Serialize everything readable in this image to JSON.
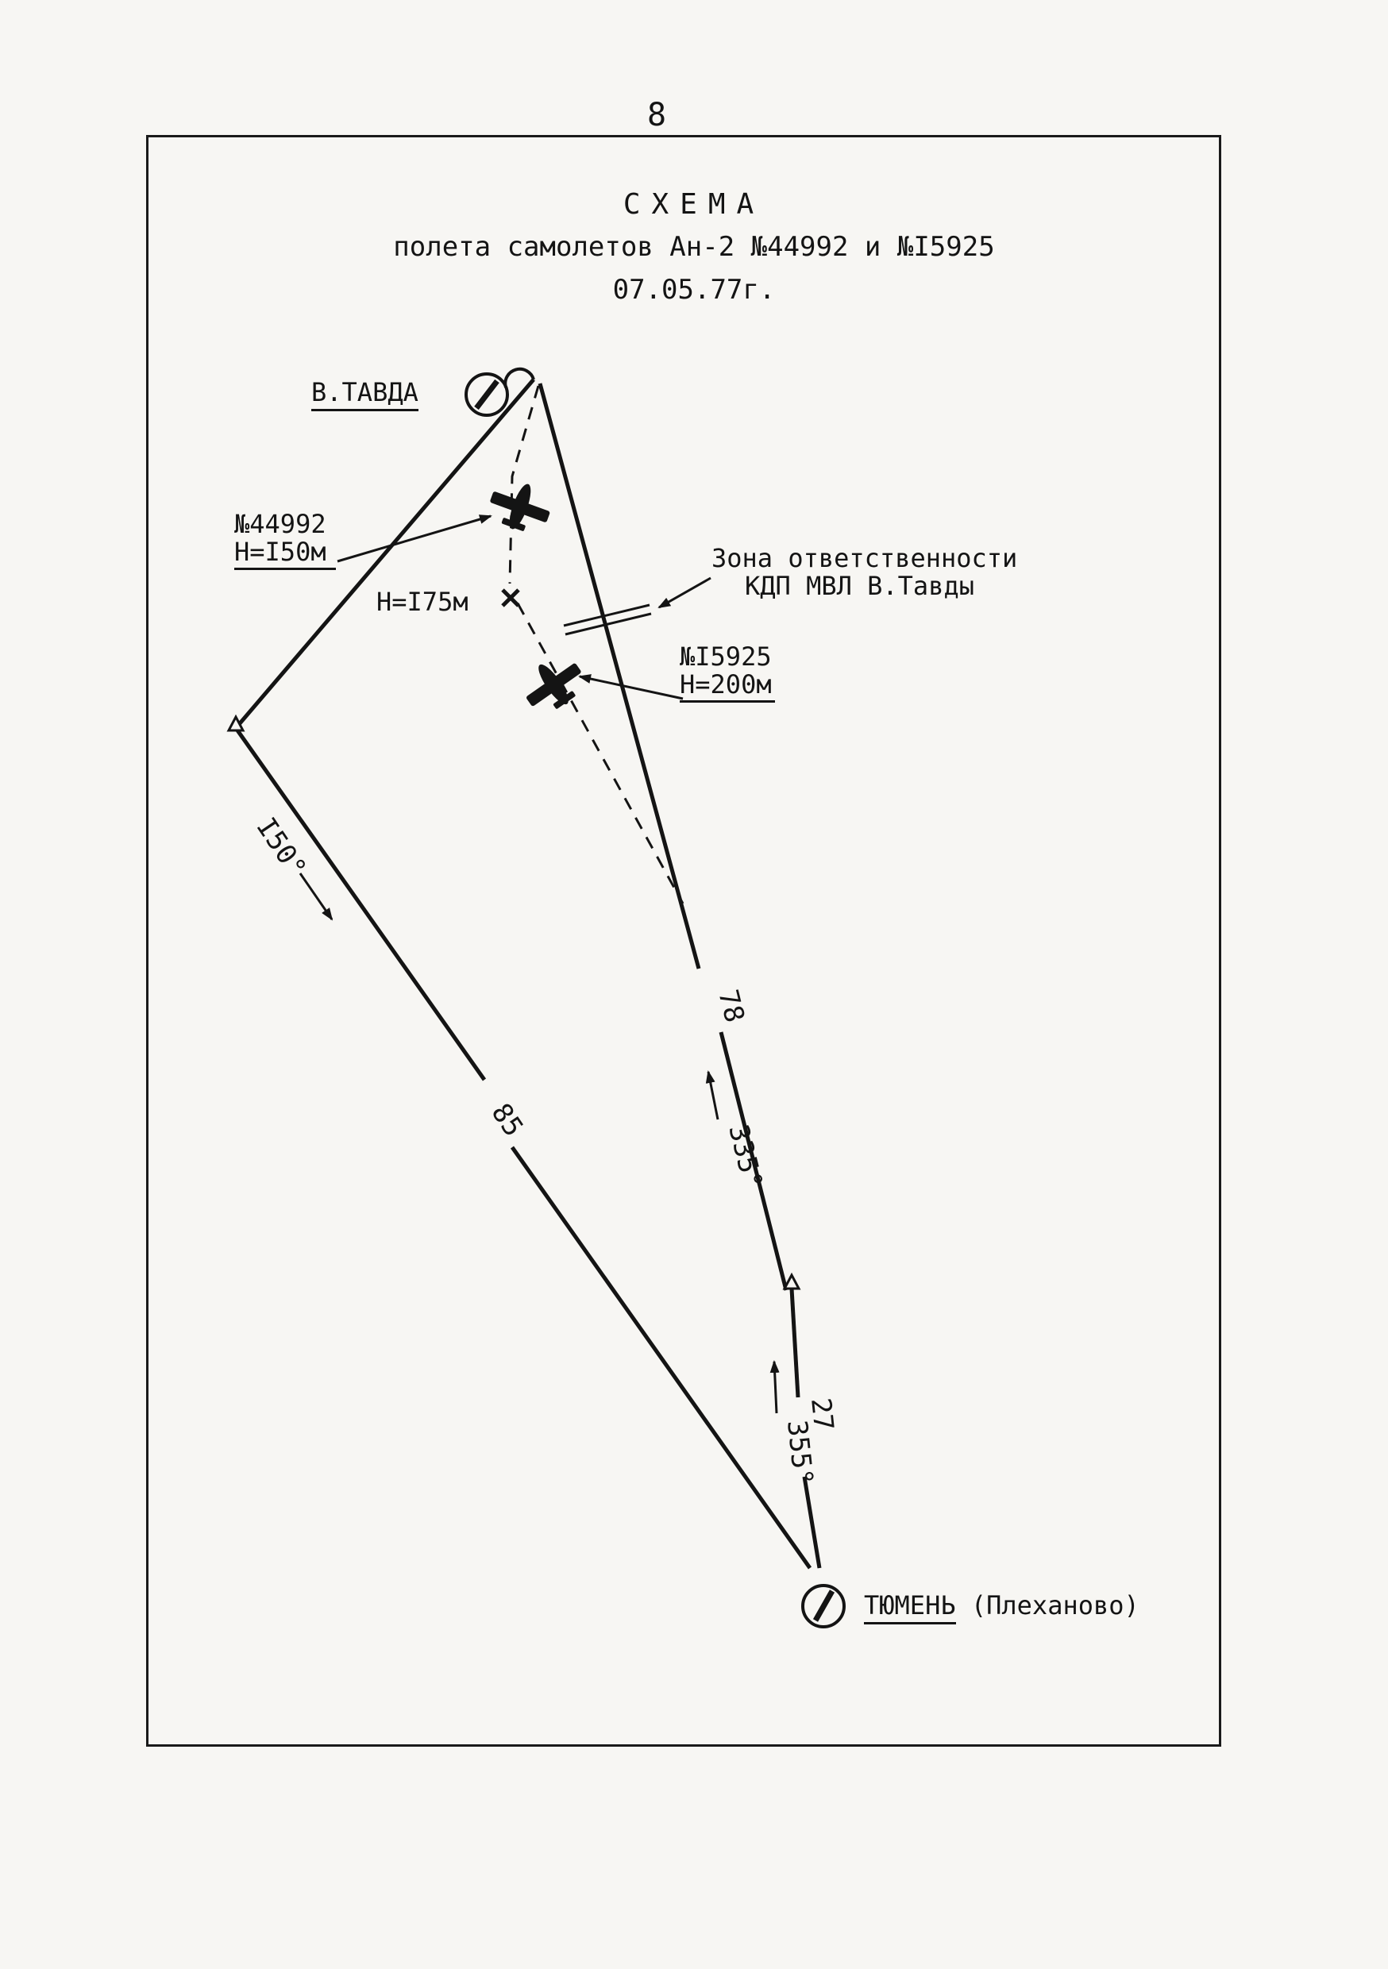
{
  "page_number": "8",
  "title": "СХЕМА",
  "subtitle": "полета самолетов Ан-2 №44992 и №I5925",
  "date": "07.05.77г.",
  "airports": {
    "north": "В.ТАВДА",
    "south_name": "ТЮМЕНЬ",
    "south_note": "(Плеханово)"
  },
  "aircraft_a": {
    "id": "№44992",
    "altitude": "Н=I50м"
  },
  "aircraft_b": {
    "id": "№I5925",
    "altitude": "Н=200м"
  },
  "meeting_point_altitude": "Н=I75м",
  "zone": {
    "line1": "Зона ответственности",
    "line2": "КДП МВЛ В.Тавды"
  },
  "segments": {
    "west_course": "I50°",
    "west_distance": "85",
    "east_upper_distance": "78",
    "east_upper_course": "335°",
    "east_lower_distance": "27",
    "east_lower_course": "355°"
  }
}
